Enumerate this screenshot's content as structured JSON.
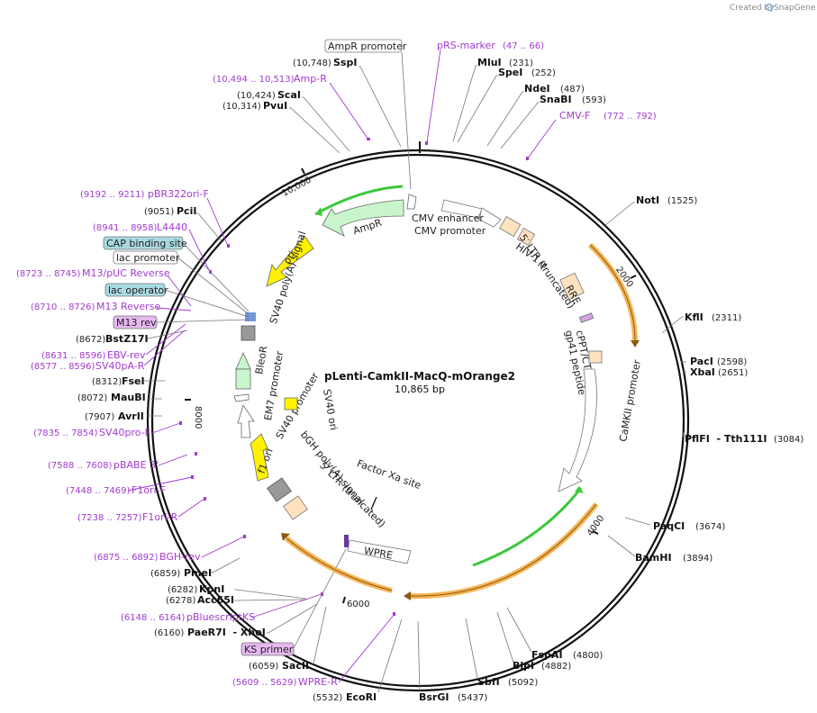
{
  "header": {
    "created_by": "Created by",
    "brand": "SnapGene"
  },
  "plasmid": {
    "name": "pLenti-CamkII-MacQ-mOrange2",
    "length": "10,865 bp"
  },
  "ticks": {
    "t2000": "2000",
    "t4000": "4000",
    "t6000": "6000",
    "t8000": "8000",
    "t10000": "10,000"
  },
  "sites_right": [
    {
      "name": "MluI",
      "pos": "(231)"
    },
    {
      "name": "SpeI",
      "pos": "(252)"
    },
    {
      "name": "NdeI",
      "pos": "(487)"
    },
    {
      "name": "SnaBI",
      "pos": "(593)"
    },
    {
      "name": "NotI",
      "pos": "(1525)"
    },
    {
      "name": "KflI",
      "pos": "(2311)"
    },
    {
      "name": "PacI",
      "pos": "(2598)"
    },
    {
      "name": "XbaI",
      "pos": "(2651)"
    },
    {
      "name": "PflFI  - Tth111I",
      "pos": "(3084)"
    },
    {
      "name": "PaqCI",
      "pos": "(3674)"
    },
    {
      "name": "BamHI",
      "pos": "(3894)"
    },
    {
      "name": "FspAI",
      "pos": "(4800)"
    },
    {
      "name": "BlpI",
      "pos": "(4882)"
    },
    {
      "name": "SbfI",
      "pos": "(5092)"
    },
    {
      "name": "BsrGI",
      "pos": "(5437)"
    },
    {
      "name": "EcoRI",
      "pos": "(5532)"
    }
  ],
  "sites_left": [
    {
      "name": "SspI",
      "pos": "(10,748)"
    },
    {
      "name": "ScaI",
      "pos": "(10,424)"
    },
    {
      "name": "PvuI",
      "pos": "(10,314)"
    },
    {
      "name": "PciI",
      "pos": "(9051)"
    },
    {
      "name": "BstZ17I",
      "pos": "(8672)"
    },
    {
      "name": "FseI",
      "pos": "(8312)"
    },
    {
      "name": "MauBI",
      "pos": "(8072)"
    },
    {
      "name": "AvrII",
      "pos": "(7907)"
    },
    {
      "name": "PmeI",
      "pos": "(6859)"
    },
    {
      "name": "KpnI",
      "pos": "(6282)"
    },
    {
      "name": "Acc65I",
      "pos": "(6278)"
    },
    {
      "name": "PaeR7I  - XhoI",
      "pos": "(6160)"
    },
    {
      "name": "SacII",
      "pos": "(6059)"
    }
  ],
  "primers": [
    {
      "name": "pRS-marker",
      "range": "(47 .. 66)"
    },
    {
      "name": "CMV-F",
      "range": "(772 .. 792)"
    },
    {
      "name": "Amp-R",
      "range": "(10,494 .. 10,513)"
    },
    {
      "name": "pBR322ori-F",
      "range": "(9192 .. 9211)"
    },
    {
      "name": "L4440",
      "range": "(8941 .. 8958)"
    },
    {
      "name": "M13/pUC Reverse",
      "range": "(8723 .. 8745)"
    },
    {
      "name": "M13 Reverse",
      "range": "(8710 .. 8726)"
    },
    {
      "name": "EBV-rev",
      "range": "(8631 .. 8596)"
    },
    {
      "name": "SV40pA-R",
      "range": "(8577 .. 8596)"
    },
    {
      "name": "SV40pro-F",
      "range": "(7835 .. 7854)"
    },
    {
      "name": "pBABE 3'",
      "range": "(7588 .. 7608)"
    },
    {
      "name": "F1ori-F",
      "range": "(7448 .. 7469)"
    },
    {
      "name": "F1ori-R",
      "range": "(7238 .. 7257)"
    },
    {
      "name": "BGH-rev",
      "range": "(6875 .. 6892)"
    },
    {
      "name": "pBluescriptKS",
      "range": "(6148 .. 6164)"
    },
    {
      "name": "WPRE-R",
      "range": "(5609 .. 5629)"
    }
  ],
  "boxed_features": {
    "ampr_promoter": "AmpR promoter",
    "cap_binding_site": "CAP binding site",
    "lac_promoter": "lac promoter",
    "lac_operator": "lac operator",
    "m13_rev": "M13 rev",
    "ks_primer": "KS primer"
  },
  "inner_features": {
    "ampr": "AmpR",
    "ori": "ori",
    "sv40_polya": "SV40 poly(A) signal",
    "cmv_enhancer": "CMV enhancer",
    "cmv_promoter": "CMV promoter",
    "hiv_psi": "HIV-1 ψ",
    "ltr5_top": "5′ LTR (truncated)",
    "rre": "RRE",
    "cppt": "cPPT/CTS",
    "gp41": "gp41 peptide",
    "camkii": "CaMKII promoter",
    "bleor": "BleoR",
    "em7": "EM7 promoter",
    "sv40_promoter": "SV40 promoter",
    "sv40_ori": "SV40 ori",
    "bgh": "bGH poly(A) signal",
    "ltr5_bottom": "5′ LTR (truncated)",
    "f1_ori": "f1 ori",
    "factor_xa": "Factor Xa site",
    "wpre": "WPRE"
  },
  "colors": {
    "primer": "#a23ad0",
    "ampr_fill": "#c8f5cc",
    "ori_fill": "#fff200",
    "ltr_fill": "#ffe1c0",
    "orange_gene": "#f4a83a",
    "green_gene": "#3cc83c",
    "label_box_teal": "#a9d9e0",
    "label_box_violet": "#e6b8f0"
  }
}
